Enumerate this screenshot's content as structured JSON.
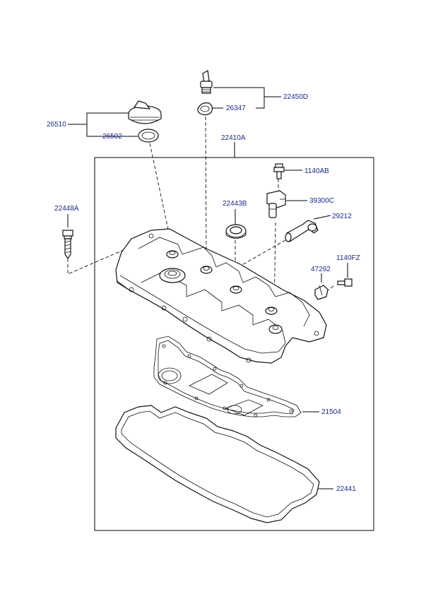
{
  "labels": {
    "p22450D": "22450D",
    "p26347": "26347",
    "p26510": "26510",
    "p26502": "26502",
    "p22410A": "22410A",
    "p1140AB": "1140AB",
    "p39300C": "39300C",
    "p22448A": "22448A",
    "p22443B": "22443B",
    "p29212": "29212",
    "p1140FZ": "1140FZ",
    "p47292": "47292",
    "p21504": "21504",
    "p22441": "22441"
  },
  "colors": {
    "label": "#1b2a8a",
    "line": "#000000"
  }
}
